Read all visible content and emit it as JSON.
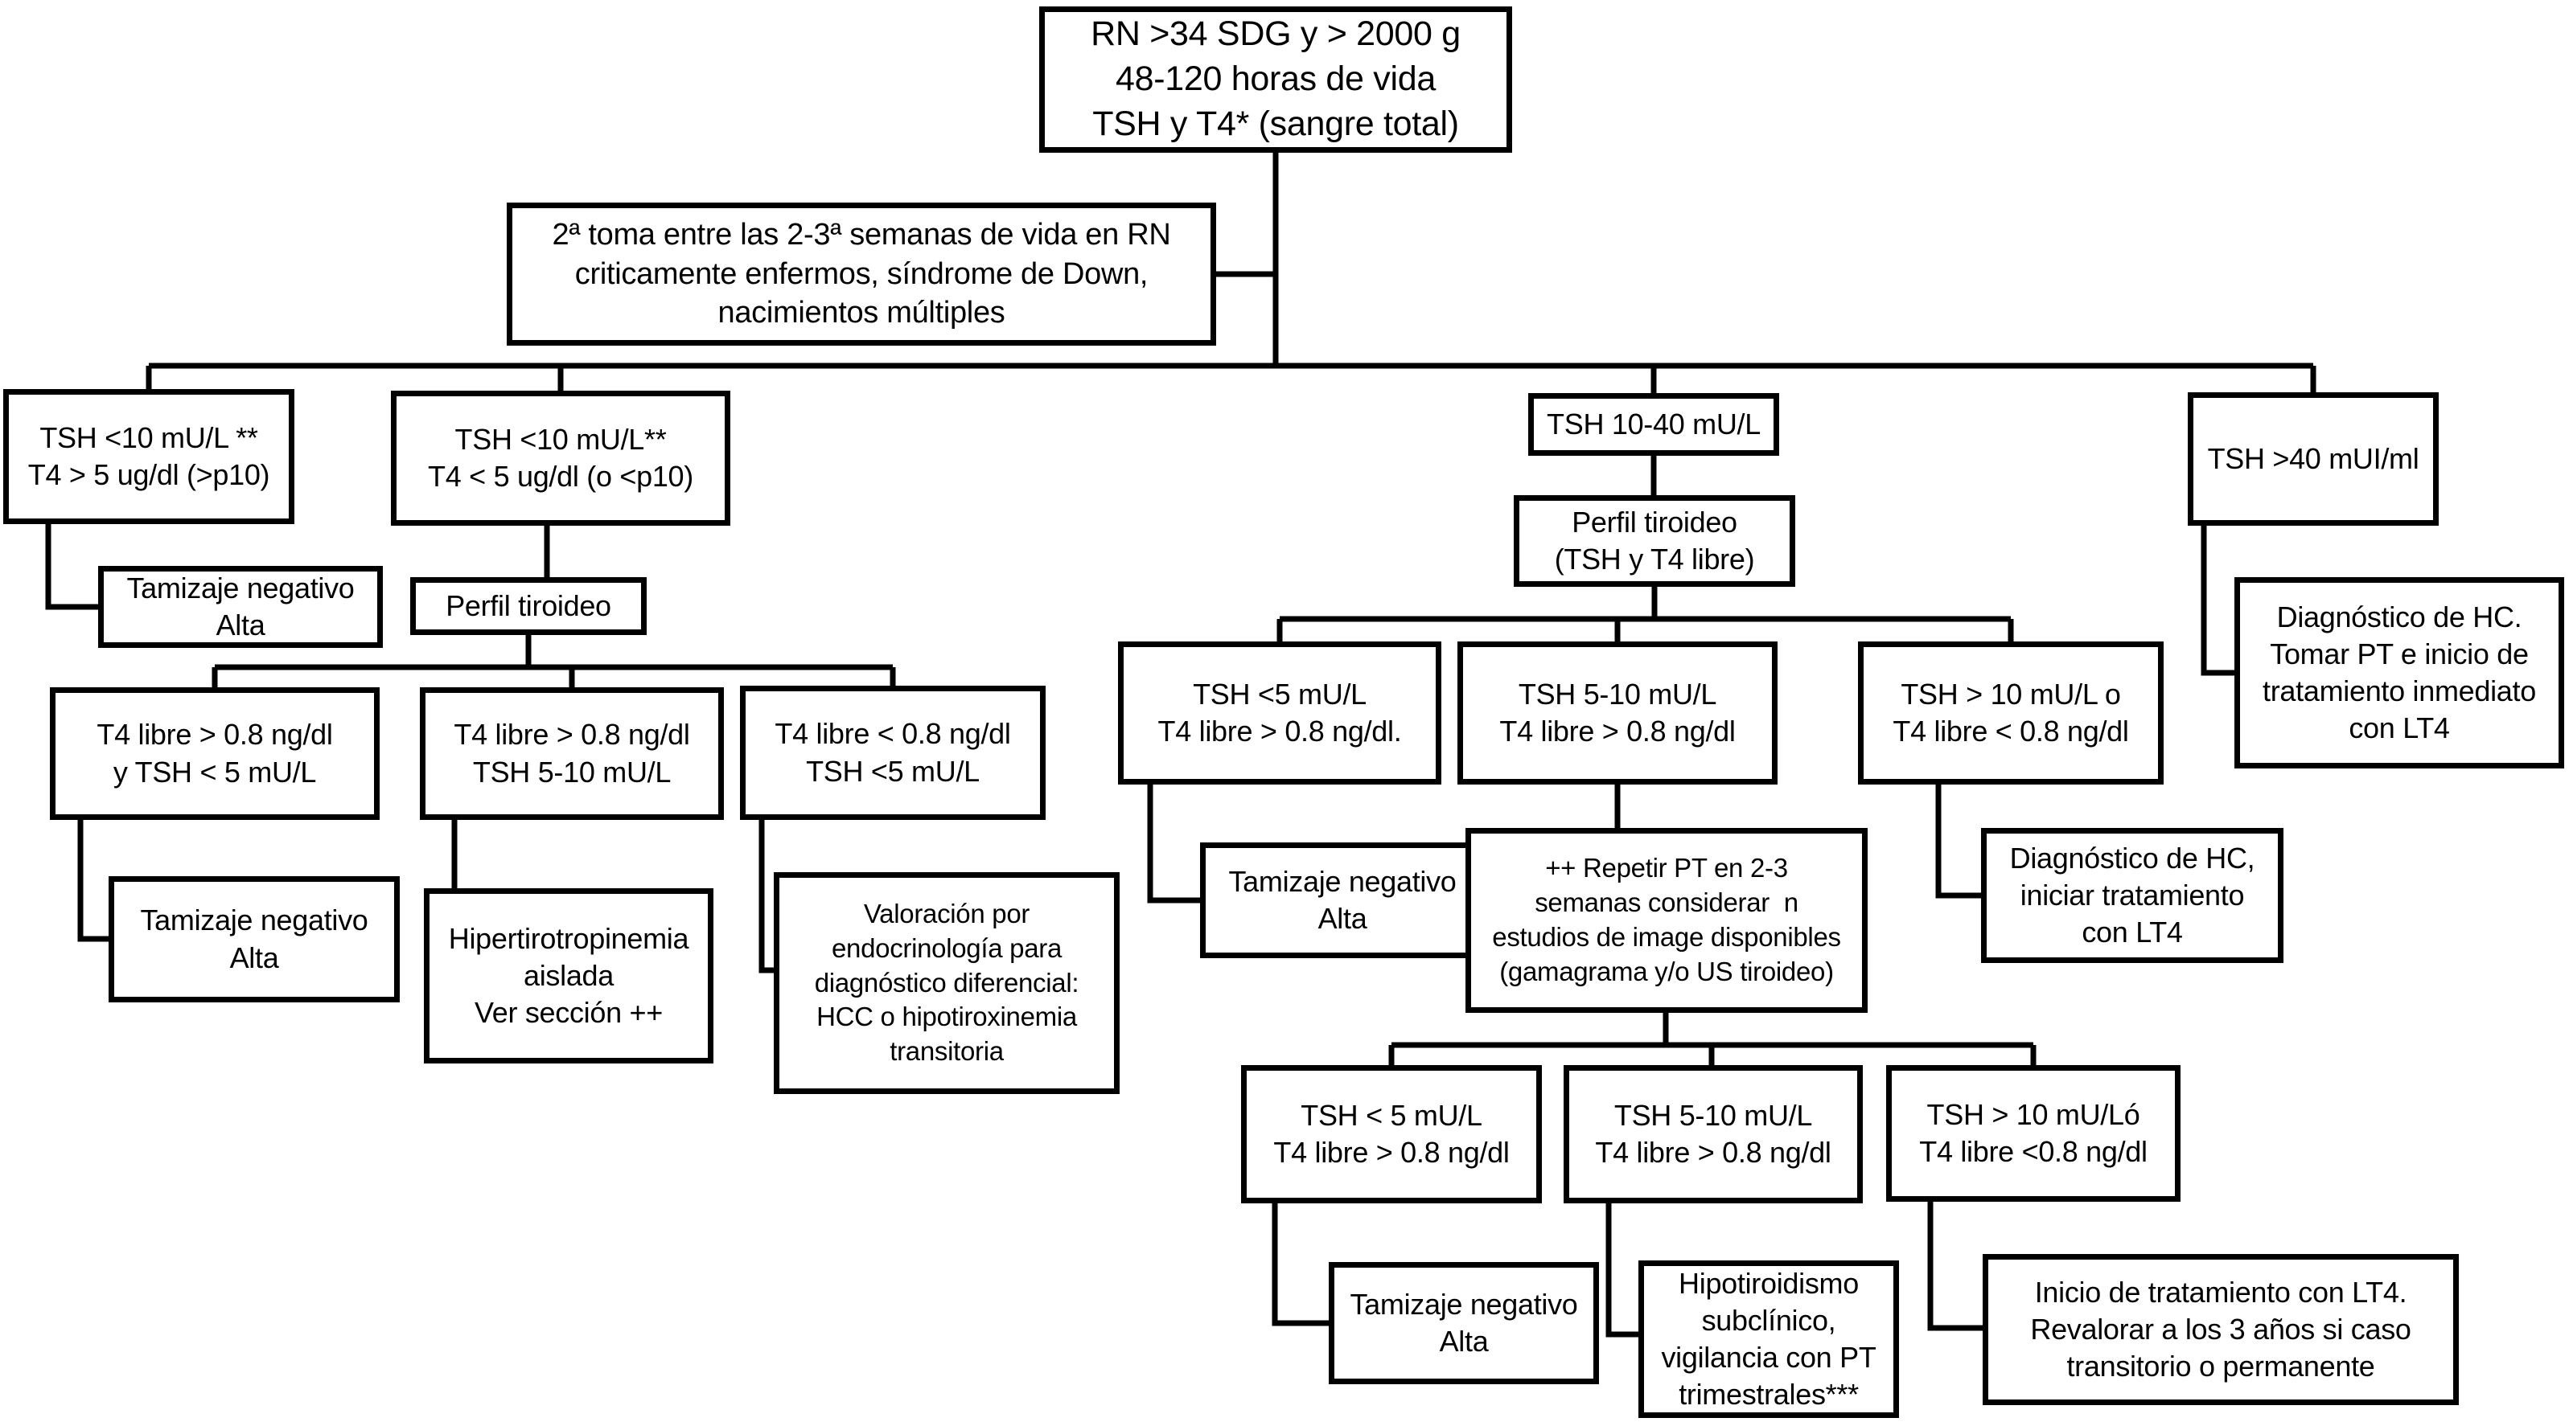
{
  "diagram": {
    "title": "Algoritmo de tamiz neonatal para hipotiroidismo congénito (TSH y T4)",
    "nodes": {
      "root": {
        "lines": [
          "RN >34 SDG y > 2000 g",
          "48-120 horas de vida",
          "TSH y T4* (sangre total)"
        ]
      },
      "toma2": {
        "lines": [
          "2ª toma entre las 2-3ª semanas de vida en RN",
          "criticamente enfermos, síndrome de Down,",
          "nacimientos múltiples"
        ]
      },
      "tsh10_t4ok": {
        "lines": [
          "TSH <10 mU/L **",
          "T4 > 5 ug/dl (>p10)"
        ]
      },
      "tamizaje1": {
        "lines": [
          "Tamizaje negativo",
          "Alta"
        ]
      },
      "tsh10_t4low": {
        "lines": [
          "TSH <10 mU/L**",
          "T4 < 5 ug/dl (o <p10)"
        ]
      },
      "perfil_left": {
        "lines": [
          "Perfil tiroideo"
        ]
      },
      "t4ok_tshlt5": {
        "lines": [
          "T4 libre > 0.8 ng/dl",
          "y TSH < 5 mU/L"
        ]
      },
      "t4ok_tsh510": {
        "lines": [
          "T4 libre > 0.8 ng/dl",
          "TSH 5-10 mU/L"
        ]
      },
      "t4low_tshlt5": {
        "lines": [
          "T4 libre < 0.8 ng/dl",
          "TSH <5 mU/L"
        ]
      },
      "tamizaje2": {
        "lines": [
          "Tamizaje negativo",
          "Alta"
        ]
      },
      "hipertiro": {
        "lines": [
          "Hipertirotropinemia",
          "aislada",
          "Ver sección ++"
        ]
      },
      "valoracion": {
        "lines": [
          "Valoración por",
          "endocrinología para",
          "diagnóstico diferencial:",
          "HCC o hipotiroxinemia",
          "transitoria"
        ]
      },
      "tsh1040": {
        "lines": [
          "TSH 10-40 mU/L"
        ]
      },
      "perfil_right": {
        "lines": [
          "Perfil tiroideo",
          "(TSH y T4 libre)"
        ]
      },
      "tshgt40": {
        "lines": [
          "TSH >40 mUI/ml"
        ]
      },
      "diag_hc1": {
        "lines": [
          "Diagnóstico de HC.",
          "Tomar PT e inicio de",
          "tratamiento inmediato",
          "con LT4"
        ]
      },
      "tshlt5_r": {
        "lines": [
          "TSH <5 mU/L",
          "T4 libre > 0.8 ng/dl."
        ]
      },
      "tsh510_r": {
        "lines": [
          "TSH 5-10 mU/L",
          "T4 libre > 0.8 ng/dl"
        ]
      },
      "tshgt10_r": {
        "lines": [
          "TSH > 10 mU/L o",
          "T4 libre < 0.8 ng/dl"
        ]
      },
      "tamizaje3": {
        "lines": [
          "Tamizaje negativo",
          "Alta"
        ]
      },
      "repetir": {
        "lines": [
          "++ Repetir PT en 2-3",
          "semanas considerar  n",
          "estudios de image disponibles",
          "(gamagrama y/o US tiroideo)"
        ]
      },
      "diag_hc2": {
        "lines": [
          "Diagnóstico de HC,",
          "iniciar tratamiento",
          "con LT4"
        ]
      },
      "s_tshlt5": {
        "lines": [
          "TSH < 5 mU/L",
          "T4 libre > 0.8 ng/dl"
        ]
      },
      "s_tsh510": {
        "lines": [
          "TSH 5-10 mU/L",
          "T4 libre > 0.8 ng/dl"
        ]
      },
      "s_tshgt10": {
        "lines": [
          "TSH > 10 mU/Ló",
          "T4 libre <0.8 ng/dl"
        ]
      },
      "tamizaje4": {
        "lines": [
          "Tamizaje negativo",
          "Alta"
        ]
      },
      "hipo_sub": {
        "lines": [
          "Hipotiroidismo",
          "subclínico,",
          "vigilancia con PT",
          "trimestrales***"
        ]
      },
      "inicio_lt4": {
        "lines": [
          "Inicio de tratamiento con LT4.",
          "Revalorar a los 3 años si caso",
          "transitorio o permanente"
        ]
      }
    },
    "line_color": "#000000",
    "box_background": "#ffffff"
  }
}
